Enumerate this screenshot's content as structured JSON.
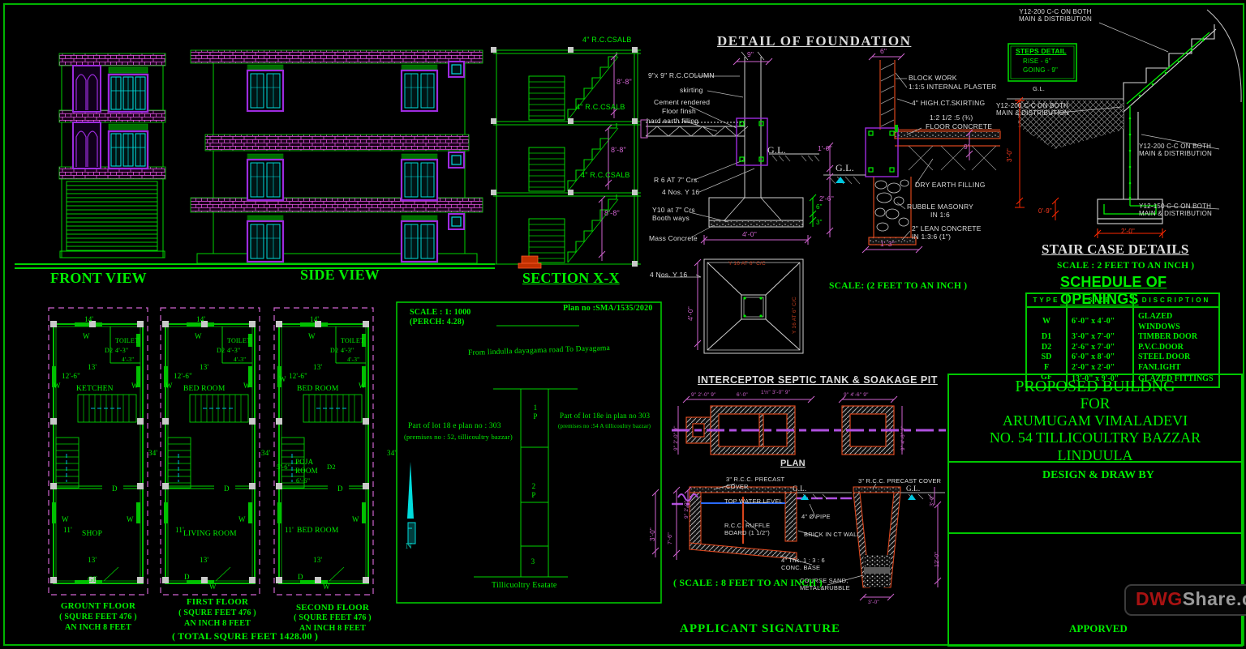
{
  "colors": {
    "green": "#00ef00",
    "magenta": "#cf63cf",
    "cyan": "#00dcdc",
    "red": "#ff3b1f",
    "foundation_red": "#d8451c",
    "white": "#dcdcdc",
    "purple": "#9d2bde",
    "watermark_red": "#a81212",
    "watermark_gray": "#9a9a9a"
  },
  "views": {
    "front": "FRONT VIEW",
    "side": "SIDE VIEW",
    "section": "SECTION X-X"
  },
  "section_xx": {
    "slab_label": "4\" R.C.CSALB",
    "floor_height": "8'-8\""
  },
  "foundation": {
    "title": "DETAIL OF FOUNDATION",
    "left": {
      "column": "9\"x 9\" R.C.COLUMN",
      "skirting": "skirting",
      "cement": "Cement rendered",
      "floor_finish": "Floor finsh",
      "hard_earth": "hard earth filling",
      "gl": "G.L.",
      "r6": "R 6 AT 7\" Crs.",
      "y16": "4 Nos. Y 16",
      "y10": "Y10 at 7\" Crs\nBooth ways",
      "mass": "Mass Concrete",
      "dim_9": "9\"",
      "dim_4_0": "4'-0\"",
      "dim_6g": "6\"",
      "dim_3g": "3\""
    },
    "right": {
      "dim_6": "6\"",
      "block": "BLOCK WORK",
      "plaster": "1:1:5 INTERNAL PLASTER",
      "skirting": "4\" HIGH.CT.SKIRTING",
      "mix": "1:2 1/2 :5 (¾)",
      "floor": "FLOOR CONCRETE",
      "gl": "G.L.",
      "dim_1_0": "1'-0\"",
      "dim_2_6": "2'-6\"",
      "dim_9": "9\"",
      "dry": "DRY EARTH FILLING",
      "rubble": "RUBBLE MASONRY\nIN 1:6",
      "lean": "2\" LEAN CONCRETE\nIN 1:3:6 (1\")",
      "dim_1_3": "1'-3\""
    },
    "footing": {
      "dim": "4'-0\"",
      "mesh": "Y 16 AT 6\" C/C",
      "scale": "SCALE: (2 FEET TO AN INCH )"
    }
  },
  "stair": {
    "rebar_200": "Y12-200 C-C ON BOTH\nMAIN & DISTRIBUTION",
    "rebar_150": "Y12-150 C-C ON BOTH\nMAIN & DISTRIBUTION",
    "steps_box": {
      "title": "STEPS DETAIL",
      "rise": "RISE   - 6\"",
      "going": "GOING  - 9\""
    },
    "gl": "G.L.",
    "dim_3_0": "3'-0\"",
    "dim_0_9": "0'-9\"",
    "dim_2_0": "2'-0\"",
    "title": "STAIR CASE DETAILS",
    "scale": "SCALE : 2 FEET TO AN INCH )"
  },
  "schedule": {
    "title": "SCHEDULE OF OPENINGS",
    "headers": [
      "TYPE",
      "SIZE",
      "DISCRIPTION"
    ],
    "rows": [
      [
        "W",
        "6'-0\" x 4'-0\"",
        "GLAZED WINDOWS"
      ],
      [
        "D1",
        "3'-0\" x 7'-0\"",
        "TIMBER DOOR"
      ],
      [
        "D2",
        "2'-6\" x 7'-0\"",
        "P.V.C.DOOR"
      ],
      [
        "SD",
        "6'-0\" x 8'-0\"",
        "STEEL DOOR"
      ],
      [
        "F",
        "2'-0\" x 2'-0\"",
        "FANLIGHT"
      ],
      [
        "GF",
        "13'-0\" x 9'-0\"",
        "GLAZED FITTINGS"
      ]
    ]
  },
  "titleblock": {
    "line1": "PROPOSED BUILDNG",
    "line2": "FOR",
    "line3": "ARUMUGAM VIMALADEVI",
    "line4": "NO. 54 TILLICOULTRY BAZZAR",
    "line5": "LINDUULA",
    "design": "DESIGN & DRAW BY",
    "approved": "APPORVED",
    "watermark_red": "DWG",
    "watermark_gray": "Share.com"
  },
  "plans": {
    "common": {
      "dim14": "14'",
      "dim13": "13'",
      "dim34": "34'",
      "dim12_6": "12'-6\"",
      "dim11": "11'",
      "dim4_3": "4'-3\"",
      "toilet": "TOILET",
      "w": "W",
      "d": "D",
      "d2": "D2",
      "gf": "GF"
    },
    "gf": {
      "room1": "KETCHEN",
      "room2": "SHOP"
    },
    "ff": {
      "room1": "BED ROOM",
      "room2": "LIVING ROOM"
    },
    "sf": {
      "room1": "BED ROOM",
      "room2": "BED ROOM",
      "poja": "POJA\nROOM",
      "dim5_6": "5'-6\"",
      "dim6_6": "6'-6\""
    },
    "captions": {
      "gf_title": "GROUNT FLOOR",
      "ff_title": "FIRST  FLOOR",
      "sf_title": "SECOND  FLOOR",
      "sq": "( SQURE FEET 476 )",
      "inch": "AN INCH 8 FEET",
      "total": "( TOTAL  SQURE  FEET  1428.00 )"
    }
  },
  "site": {
    "scale1": "SCALE : 1: 1000",
    "scale2": "(PERCH: 4.28)",
    "plan_no": "Plan no :SMA/1535/2020",
    "road": "From lindulla dayagama road To Dayagama",
    "lot_left1": "Part of lot 18 e plan no : 303",
    "lot_left2": "(premises no : 52, tillicoultry bazzar)",
    "lot_right1": "Part of lot 18e in plan no 303",
    "lot_right2": "(premises no :54 A tillicoultry bazzar)",
    "p1": "1\nP",
    "p2": "2\nP",
    "p3": "3",
    "estate": "Tillicuoltry Esatate",
    "north": "N",
    "dim": "3'-0\""
  },
  "septic": {
    "title": "INTERCEPTOR SEPTIC TANK & SOAKAGE PIT",
    "plan_label": "PLAN",
    "cover_l": "3\" R.C.C. PRECAST\nCOVER",
    "cover_r": "3\" R.C.C. PRECAST COVER",
    "gl": "G.L.",
    "twl": "TOP WATER LEVEL",
    "pipe": "4\" Ø PIPE",
    "ruffle": "R.C.C. RUFFLE\nBOARD (1 1/2\")",
    "brick": "BRICK IN CT WALL",
    "base": "4\" Thk. 1 : 3 : 6\nCONC. BASE",
    "sand": "COURSE SAND,\nMETAL&RUBBLE",
    "scale": "( SCALE : 8 FEET TO AN INCH )",
    "signature": "APPLICANT SIGNATURE",
    "dims": {
      "top_left": "9\" 2'-0\" 9\"",
      "top_6": "6'-0\"",
      "top_mid": "1½\" 3'-0\"  9\"",
      "top_right": "9\"   4'-6\"   9\"",
      "left_v": "9\" 2'-0\" 9\"",
      "right_v": "9\" 4'-6\" 9\"",
      "d7_6": "7'-6\"",
      "d9_2": "9\" 2'-0\"",
      "d3_0": "3'-0\"",
      "d12_0": "12'-0\"",
      "base_w": "3'-0\""
    }
  }
}
